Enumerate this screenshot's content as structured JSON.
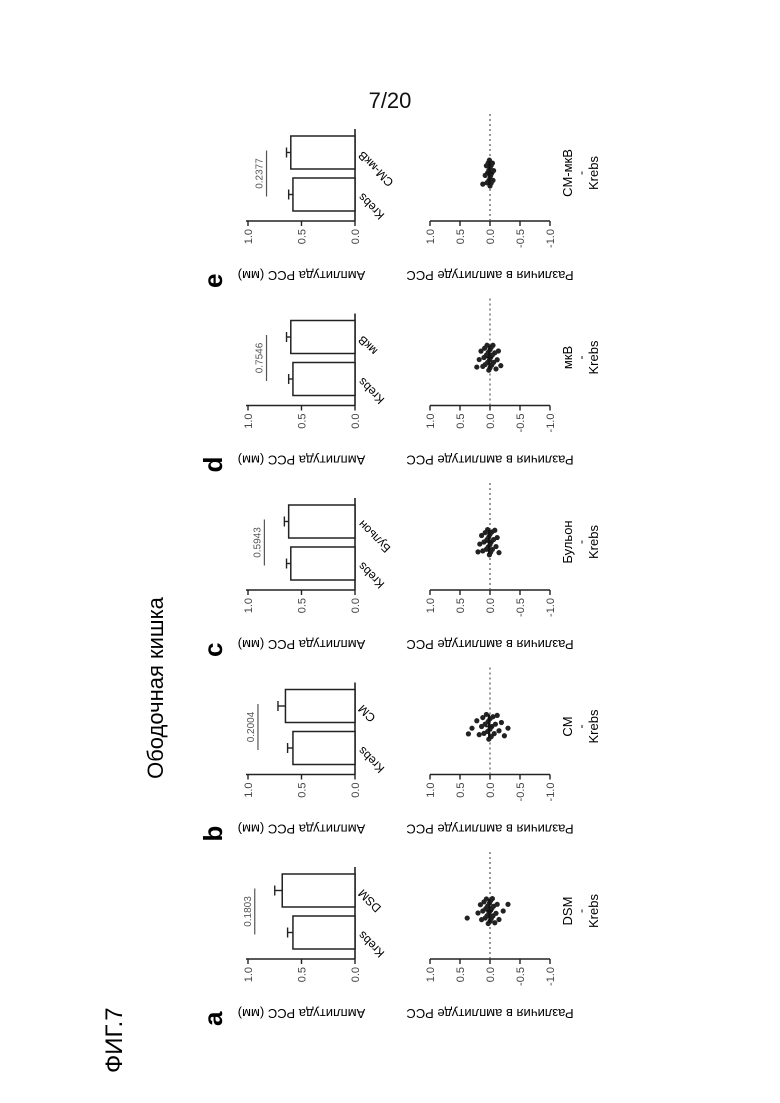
{
  "page_number": "7/20",
  "figure_label": "ФИГ.7",
  "section_title": "Ободочная кишка",
  "chart_data": [
    {
      "panel": "a",
      "type": "bar",
      "ylabel": "Амплитуда РСС (мм)",
      "ylim": [
        0,
        1.0
      ],
      "yticks": [
        "0.0",
        "0.5",
        "1.0"
      ],
      "categories": [
        "Krebs",
        "DSM"
      ],
      "values": [
        0.58,
        0.68
      ],
      "errors": [
        0.05,
        0.07
      ],
      "pvalue": "0.1803",
      "difference": {
        "type": "scatter",
        "ylabel": "Различия в амплитуде РСС",
        "ylim": [
          -1.0,
          1.0
        ],
        "yticks": [
          "1.0",
          "0.5",
          "0.0",
          "-0.5",
          "-1.0"
        ],
        "xlabel": "DSM",
        "xlabel2": "Krebs",
        "points": [
          0.38,
          0.2,
          0.16,
          0.14,
          0.12,
          0.1,
          0.08,
          0.07,
          0.06,
          0.05,
          0.04,
          0.03,
          0.02,
          0.01,
          0.0,
          0.0,
          -0.01,
          -0.02,
          -0.03,
          -0.04,
          -0.05,
          -0.06,
          -0.08,
          -0.1,
          -0.12,
          -0.15,
          -0.22,
          -0.3
        ]
      }
    },
    {
      "panel": "b",
      "type": "bar",
      "ylabel": "Амплитуда РСС (мм)",
      "ylim": [
        0,
        1.0
      ],
      "yticks": [
        "0.0",
        "0.5",
        "1.0"
      ],
      "categories": [
        "Krebs",
        "CM"
      ],
      "values": [
        0.58,
        0.65
      ],
      "errors": [
        0.05,
        0.07
      ],
      "pvalue": "0.2004",
      "difference": {
        "type": "scatter",
        "ylabel": "Различия в амплитуде РСС",
        "ylim": [
          -1.0,
          1.0
        ],
        "yticks": [
          "1.0",
          "0.5",
          "0.0",
          "-0.5",
          "-1.0"
        ],
        "xlabel": "CM",
        "xlabel2": "Krebs",
        "points": [
          0.36,
          0.3,
          0.22,
          0.18,
          0.14,
          0.12,
          0.1,
          0.08,
          0.06,
          0.04,
          0.03,
          0.02,
          0.0,
          0.0,
          -0.02,
          -0.03,
          -0.05,
          -0.07,
          -0.09,
          -0.12,
          -0.15,
          -0.19,
          -0.24,
          -0.3
        ]
      }
    },
    {
      "panel": "c",
      "type": "bar",
      "ylabel": "Амплитуда РСС (мм)",
      "ylim": [
        0,
        1.0
      ],
      "yticks": [
        "0.0",
        "0.5",
        "1.0"
      ],
      "categories": [
        "Krebs",
        "Бульон"
      ],
      "values": [
        0.6,
        0.62
      ],
      "errors": [
        0.04,
        0.04
      ],
      "pvalue": "0.5943",
      "difference": {
        "type": "scatter",
        "ylabel": "Различия в амплитуде РСС",
        "ylim": [
          -1.0,
          1.0
        ],
        "yticks": [
          "1.0",
          "0.5",
          "0.0",
          "-0.5",
          "-1.0"
        ],
        "xlabel": "Бульон",
        "xlabel2": "Krebs",
        "points": [
          0.2,
          0.17,
          0.14,
          0.12,
          0.1,
          0.08,
          0.06,
          0.05,
          0.04,
          0.03,
          0.02,
          0.01,
          0.0,
          0.0,
          -0.01,
          -0.02,
          -0.03,
          -0.04,
          -0.06,
          -0.08,
          -0.1,
          -0.12,
          -0.15
        ]
      }
    },
    {
      "panel": "d",
      "type": "bar",
      "ylabel": "Амплитуда РСС (мм)",
      "ylim": [
        0,
        1.0
      ],
      "yticks": [
        "0.0",
        "0.5",
        "1.0"
      ],
      "categories": [
        "Krebs",
        "мкВ"
      ],
      "values": [
        0.58,
        0.6
      ],
      "errors": [
        0.04,
        0.04
      ],
      "pvalue": "0.7546",
      "difference": {
        "type": "scatter",
        "ylabel": "Различия в амплитуде РСС",
        "ylim": [
          -1.0,
          1.0
        ],
        "yticks": [
          "1.0",
          "0.5",
          "0.0",
          "-0.5",
          "-1.0"
        ],
        "xlabel": "мкВ",
        "xlabel2": "Krebs",
        "points": [
          0.22,
          0.18,
          0.15,
          0.12,
          0.1,
          0.09,
          0.08,
          0.06,
          0.05,
          0.04,
          0.03,
          0.02,
          0.01,
          0.0,
          0.0,
          -0.01,
          -0.02,
          -0.03,
          -0.04,
          -0.05,
          -0.06,
          -0.08,
          -0.1,
          -0.12,
          -0.14,
          -0.18
        ]
      }
    },
    {
      "panel": "e",
      "type": "bar",
      "ylabel": "Амплитуда РСС (мм)",
      "ylim": [
        0,
        1.0
      ],
      "yticks": [
        "0.0",
        "0.5",
        "1.0"
      ],
      "categories": [
        "Krebs",
        "CM-мкВ"
      ],
      "values": [
        0.58,
        0.6
      ],
      "errors": [
        0.04,
        0.04
      ],
      "pvalue": "0.2377",
      "difference": {
        "type": "scatter",
        "ylabel": "Различия в амплитуде РСС",
        "ylim": [
          -1.0,
          1.0
        ],
        "yticks": [
          "1.0",
          "0.5",
          "0.0",
          "-0.5",
          "-1.0"
        ],
        "xlabel": "CM-мкВ",
        "xlabel2": "Krebs",
        "points": [
          0.12,
          0.08,
          0.06,
          0.05,
          0.04,
          0.03,
          0.02,
          0.02,
          0.01,
          0.0,
          0.0,
          0.0,
          -0.01,
          -0.02,
          -0.02,
          -0.03,
          -0.04,
          -0.05,
          -0.06
        ]
      }
    }
  ]
}
